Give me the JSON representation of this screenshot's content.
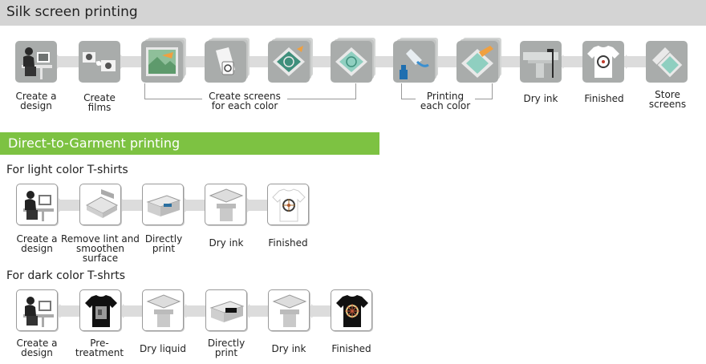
{
  "silk": {
    "title": "Silk screen printing",
    "steps": [
      {
        "label": "Create a design",
        "icon": "person-at-computer-icon"
      },
      {
        "label": "Create films",
        "icon": "films-icon"
      },
      {
        "label": "",
        "icon": "screen-photo-icon"
      },
      {
        "label": "",
        "icon": "emulsion-bottle-icon"
      },
      {
        "label": "",
        "icon": "screen-exposure-icon"
      },
      {
        "label": "",
        "icon": "finished-screen-icon"
      },
      {
        "label": "",
        "icon": "ink-bottle-icon"
      },
      {
        "label": "",
        "icon": "squeegee-icon"
      },
      {
        "label": "Dry ink",
        "icon": "dryer-icon"
      },
      {
        "label": "Finished",
        "icon": "tshirt-icon"
      },
      {
        "label": "Store screens",
        "icon": "stored-screens-icon"
      }
    ],
    "group_create_screens": "Create screens for each color",
    "group_printing": "Printing each color"
  },
  "dtg": {
    "title": "Direct-to-Garment printing",
    "light": {
      "title": "For light color T-shirts",
      "steps": [
        {
          "label": "Create a design",
          "icon": "person-at-computer-icon"
        },
        {
          "label": "Remove lint and smoothen surface",
          "icon": "heat-press-icon"
        },
        {
          "label": "Directly print",
          "icon": "garment-printer-icon"
        },
        {
          "label": "Dry ink",
          "icon": "dryer-icon"
        },
        {
          "label": "Finished",
          "icon": "white-tshirt-icon"
        }
      ]
    },
    "dark": {
      "title": "For dark color T-shrts",
      "steps": [
        {
          "label": "Create a design",
          "icon": "person-at-computer-icon"
        },
        {
          "label": "Pre-treatment",
          "icon": "black-tshirt-pretreat-icon"
        },
        {
          "label": "Dry liquid",
          "icon": "dryer-icon"
        },
        {
          "label": "Directly print",
          "icon": "garment-printer-icon"
        },
        {
          "label": "Dry ink",
          "icon": "dryer-icon"
        },
        {
          "label": "Finished",
          "icon": "black-tshirt-icon"
        }
      ]
    }
  }
}
